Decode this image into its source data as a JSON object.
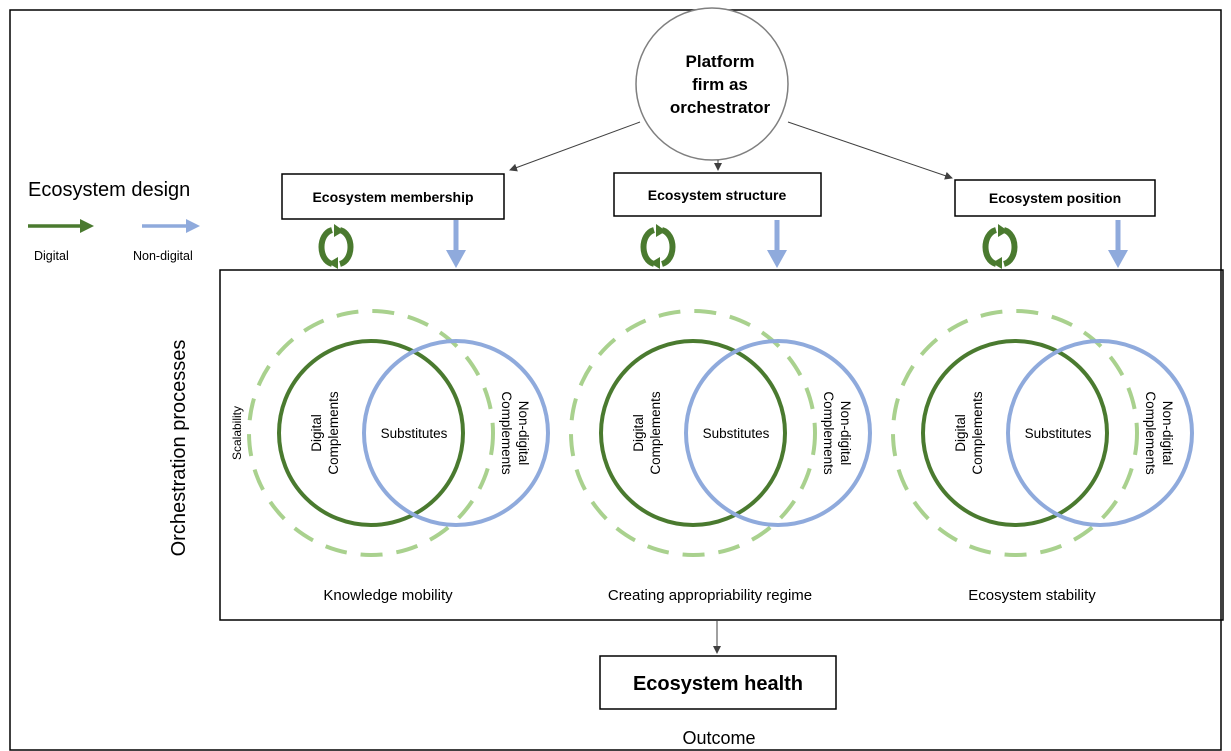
{
  "orchestrator": {
    "label_lines": [
      "Platform",
      "firm as",
      "orchestrator"
    ]
  },
  "design": {
    "title": "Ecosystem design",
    "legend": [
      {
        "label": "Digital",
        "color": "#4a7a2f"
      },
      {
        "label": "Non-digital",
        "color": "#8faadc"
      }
    ],
    "boxes": [
      "Ecosystem membership",
      "Ecosystem structure",
      "Ecosystem position"
    ]
  },
  "processes": {
    "vertical_label": "Orchestration processes",
    "scalability_label": "Scalability",
    "groups": [
      {
        "digital_lines": [
          "Digital",
          "Complements"
        ],
        "center": "Substitutes",
        "nondigital_lines": [
          "Non-digital",
          "Complements"
        ],
        "caption": "Knowledge mobility",
        "show_scalability": true
      },
      {
        "digital_lines": [
          "Digital",
          "Complements"
        ],
        "center": "Substitutes",
        "nondigital_lines": [
          "Non-digital",
          "Complements"
        ],
        "caption": "Creating appropriability regime",
        "show_scalability": false
      },
      {
        "digital_lines": [
          "Digital",
          "Complements"
        ],
        "center": "Substitutes",
        "nondigital_lines": [
          "Non-digital",
          "Complements"
        ],
        "caption": "Ecosystem stability",
        "show_scalability": false
      }
    ]
  },
  "outcome": {
    "box_label": "Ecosystem health",
    "caption": "Outcome"
  },
  "colors": {
    "digital": "#4a7a2f",
    "nondigital": "#8faadc",
    "scalability": "#a9d18e",
    "orchestrator_text": "#7f7f7f",
    "line": "#404040"
  }
}
